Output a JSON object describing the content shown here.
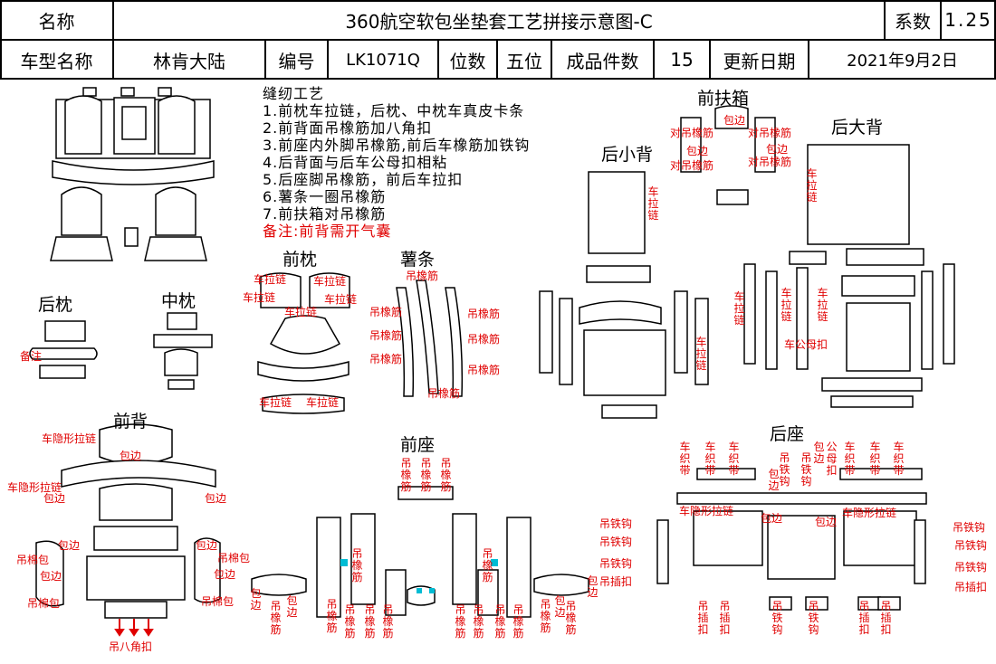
{
  "header": {
    "name_label": "名称",
    "title": "360航空软包坐垫套工艺拼接示意图-C",
    "coef_label": "系数",
    "coef_value": "1.25",
    "model_label": "车型名称",
    "model_value": "林肯大陆",
    "code_label": "编号",
    "code_value": "LK1071Q",
    "seats_label": "位数",
    "seats_value": "五位",
    "pieces_label": "成品件数",
    "pieces_value": "15",
    "date_label": "更新日期",
    "date_value": "2021年9月2日"
  },
  "notes": {
    "title": "缝纫工艺",
    "lines": [
      "1.前枕车拉链，后枕、中枕车真皮卡条",
      "2.前背面吊橡筋加八角扣",
      "3.前座内外脚吊橡筋,前后车橡筋加铁钩",
      "4.后背面与后车公母扣相粘",
      "5.后座脚吊橡筋，前后车拉扣",
      "6.薯条一圈吊橡筋",
      "7.前扶箱对吊橡筋"
    ],
    "remark": "备注:前背需开气囊"
  },
  "sections": {
    "front_armrest": "前扶箱",
    "rear_big_back": "后大背",
    "rear_small_back": "后小背",
    "front_pillow": "前枕",
    "fries": "薯条",
    "rear_pillow": "后枕",
    "mid_pillow": "中枕",
    "front_back": "前背",
    "front_seat": "前座",
    "rear_seat": "后座"
  },
  "annotations": {
    "zipper": "车拉链",
    "zipper_v": "车拉链",
    "rubber": "吊橡筋",
    "rubber_pair": "对吊橡筋",
    "edge": "包边",
    "hidden_zip": "车隐形拉链",
    "snap": "车公母扣",
    "press_snap": "公母扣",
    "hook": "吊铁钩",
    "clip": "吊插扣",
    "cotton": "吊棉包",
    "eight_clip": "吊八角扣",
    "woven": "车织带",
    "rubber_v": "吊橡筋",
    "reserve": "备注"
  },
  "colors": {
    "line": "#000000",
    "annotation": "#e00000",
    "accent": "#00bcd4"
  }
}
